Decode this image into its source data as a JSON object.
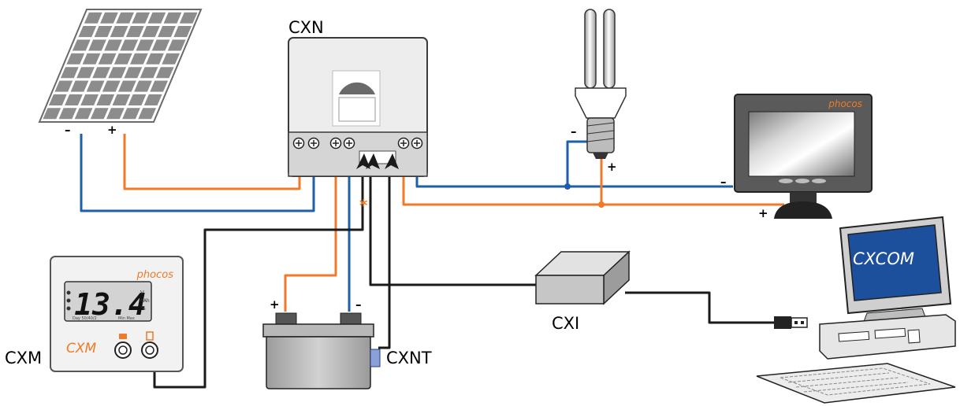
{
  "labels": {
    "controller": "CXN",
    "meter": "CXM",
    "interface": "CXI",
    "sensor": "CXNT",
    "software": "CXCOM",
    "star": "*"
  },
  "polarity": {
    "minus": "–",
    "plus": "+"
  },
  "meter": {
    "brand": "phocos",
    "display_value": "13.4",
    "unit_v": "V",
    "unit_kah": "KAh",
    "unit_pct": "%",
    "bottom_left": "Day 50/40/2",
    "bottom_right": "Min Max",
    "model_text": "CXM"
  },
  "monitor": {
    "brand": "phocos"
  },
  "colors": {
    "wire_orange": "#f07a28",
    "wire_blue": "#1f5ea8",
    "wire_black": "#1a1a1a",
    "cxcom_screen": "#1c4f9c"
  }
}
